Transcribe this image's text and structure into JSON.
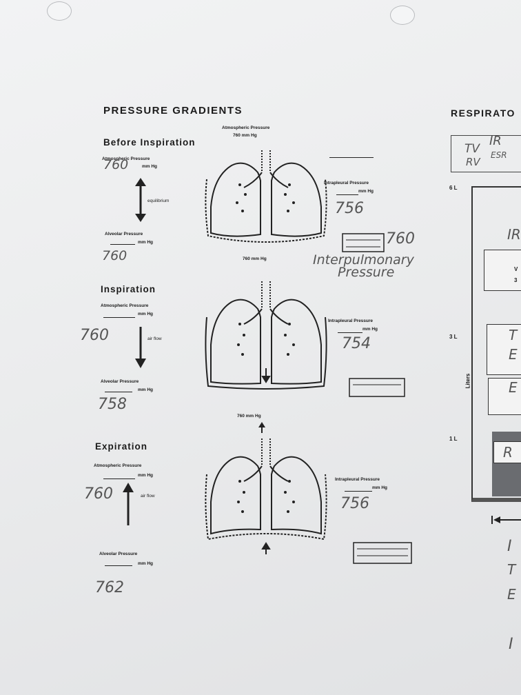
{
  "title": "PRESSURE GRADIENTS",
  "right_title": "RESPIRATO",
  "before": {
    "heading": "Before Inspiration",
    "atm_label": "Atmospheric Pressure",
    "atm_unit": "mm Hg",
    "atm_answer": "760",
    "equilibrium": "equilibrium",
    "alv_label": "Alveolar Pressure",
    "alv_unit": "mm Hg",
    "alv_answer": "760",
    "top_atm_label": "Atmospheric Pressure",
    "top_atm_value": "760 mm Hg",
    "intra_label": "Intrapleural Pressure",
    "intra_unit": "mm Hg",
    "intra_answer": "756",
    "box_answer": "760",
    "note_line1": "Interpulmonary",
    "note_line2": "Pressure"
  },
  "inspiration": {
    "top_value": "760 mm Hg",
    "heading": "Inspiration",
    "atm_label": "Atmospheric Pressure",
    "atm_unit": "mm Hg",
    "atm_answer": "760",
    "airflow": "air flow",
    "alv_label": "Alveolar Pressure",
    "alv_unit": "mm Hg",
    "alv_answer": "758",
    "intra_label": "Intrapleural Pressure",
    "intra_unit": "mm Hg",
    "intra_answer": "754"
  },
  "expiration": {
    "top_value": "760 mm Hg",
    "heading": "Expiration",
    "atm_label": "Atmospheric Pressure",
    "atm_unit": "mm Hg",
    "atm_answer": "760",
    "airflow": "air flow",
    "alv_label": "Alveolar Pressure",
    "alv_unit": "mm Hg",
    "alv_answer": "762",
    "intra_label": "Intrapleural Pressure",
    "intra_unit": "mm Hg",
    "intra_answer": "756"
  },
  "right_panel": {
    "ticks": [
      "6 L",
      "3 L",
      "1 L"
    ],
    "axis_label": "Liters",
    "hand_top": [
      "IR",
      "TV",
      "ESR",
      "RV"
    ],
    "hand_boxes": [
      "IR",
      "V",
      "3",
      "T",
      "E",
      "E",
      "R"
    ],
    "hand_bottom": [
      "I",
      "T",
      "E",
      "I"
    ]
  }
}
